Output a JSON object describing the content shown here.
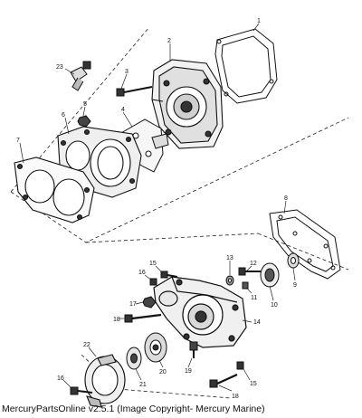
{
  "parts": [
    {
      "num": "1"
    },
    {
      "num": "2"
    },
    {
      "num": "3"
    },
    {
      "num": "4"
    },
    {
      "num": "5"
    },
    {
      "num": "6"
    },
    {
      "num": "7"
    },
    {
      "num": "8"
    },
    {
      "num": "9"
    },
    {
      "num": "10"
    },
    {
      "num": "11"
    },
    {
      "num": "12"
    },
    {
      "num": "13"
    },
    {
      "num": "14"
    },
    {
      "num": "15"
    },
    {
      "num": "15"
    },
    {
      "num": "16"
    },
    {
      "num": "16"
    },
    {
      "num": "17"
    },
    {
      "num": "18"
    },
    {
      "num": "18"
    },
    {
      "num": "19"
    },
    {
      "num": "20"
    },
    {
      "num": "21"
    },
    {
      "num": "22"
    },
    {
      "num": "23"
    }
  ],
  "footer": "MercuryPartsOnline v2.5.1 (Image Copyright- Mercury Marine)"
}
